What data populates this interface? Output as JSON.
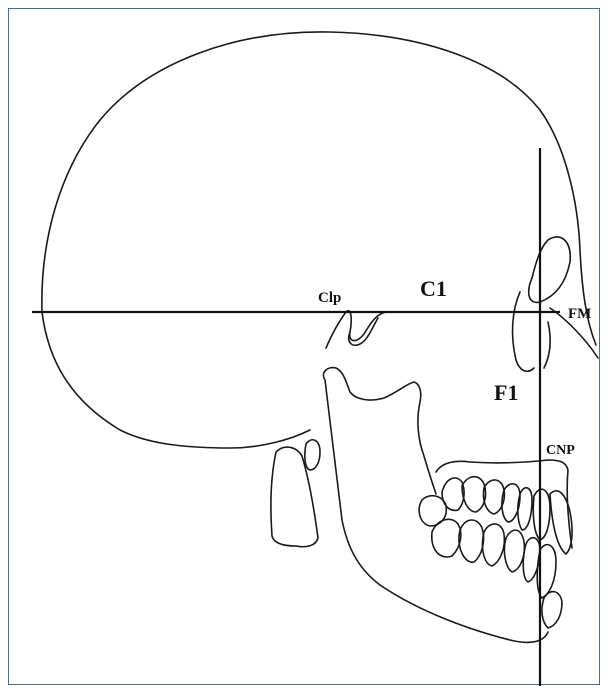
{
  "diagram": {
    "labels": {
      "clp": "Clp",
      "c1": "C1",
      "fm": "FM",
      "f1": "F1",
      "cnp": "CNP"
    }
  }
}
